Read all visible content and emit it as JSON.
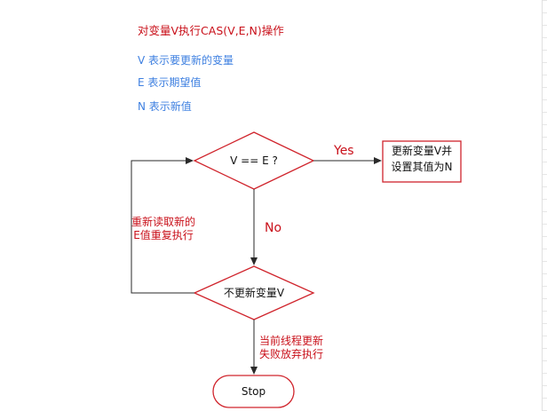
{
  "notes": {
    "title": "对变量V执行CAS(V,E,N)操作",
    "legend": [
      "V 表示要更新的变量",
      "E 表示期望值",
      "N 表示新值"
    ]
  },
  "flowchart": {
    "decision_compare": "V == E ?",
    "label_yes": "Yes",
    "label_no": "No",
    "process_update": [
      "更新变量V并",
      "设置其值为N"
    ],
    "decision_no_update": "不更新变量V",
    "label_retry": [
      "重新读取新的",
      "E值重复执行"
    ],
    "label_fail": [
      "当前线程更新",
      "失败放弃执行"
    ],
    "terminal_stop": "Stop"
  },
  "colors": {
    "shape_stroke": "#d0242c",
    "connector": "#2a2a2a",
    "label_red": "#c9101a",
    "legend_blue": "#3d7fe0"
  }
}
